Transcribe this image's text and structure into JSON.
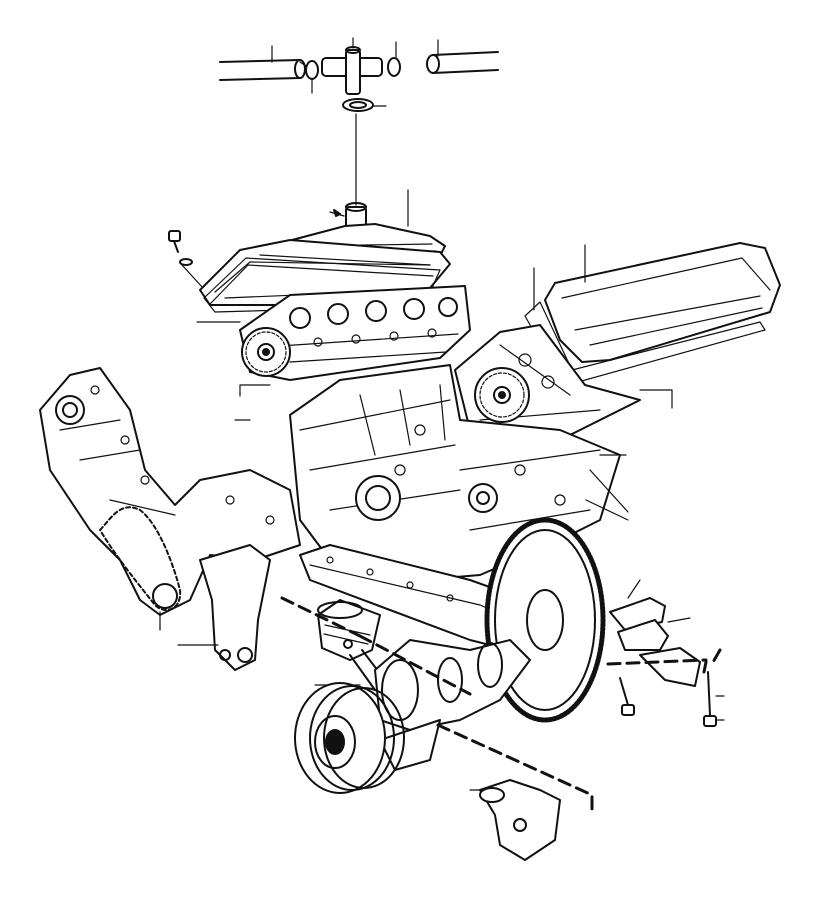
{
  "diagram": {
    "type": "exploded engine parts illustration",
    "style": "black line art on white",
    "colors": {
      "ink": "#111111",
      "background": "#ffffff"
    },
    "components": [
      "hose-left",
      "hose-right",
      "thermostat-housing-tee",
      "seal-ring",
      "coolant-outlet-neck",
      "bolt-with-washer",
      "left-valve-cover",
      "left-cover-gasket",
      "left-cylinder-head",
      "left-camshaft-sprocket",
      "right-valve-cover",
      "right-cover-gasket",
      "right-cylinder-head",
      "right-camshaft-sprocket",
      "engine-block",
      "timing-cover",
      "timing-chain",
      "front-engine-bracket",
      "oil-pan-gasket",
      "piston-and-rod",
      "crankshaft",
      "crankshaft-pulley",
      "flywheel-ring-gear",
      "engine-mount",
      "mount-bolt-left",
      "mount-stud-right",
      "water-pump-elbow",
      "callout-leaders"
    ]
  }
}
